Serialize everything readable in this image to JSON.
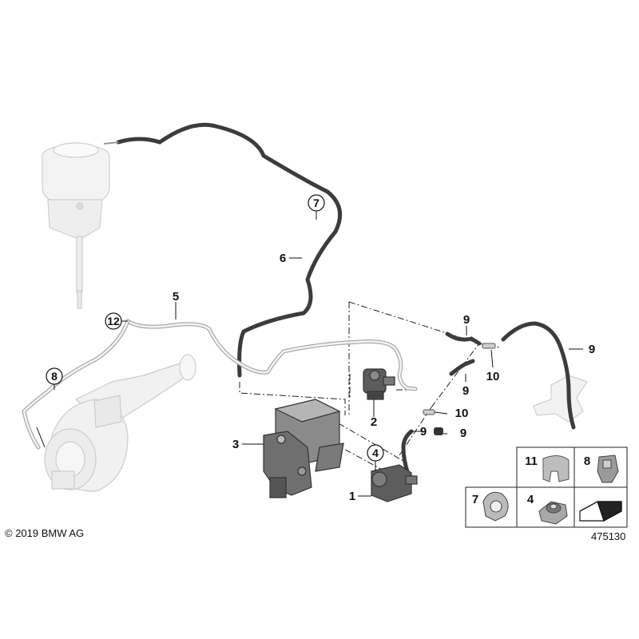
{
  "callouts": {
    "c1": "1",
    "c2": "2",
    "c3": "3",
    "c4": "4",
    "c5": "5",
    "c6": "6",
    "c7": "7",
    "c8": "8",
    "c9": "9",
    "c10": "10",
    "c12": "12"
  },
  "legend": {
    "cell_11": "11",
    "cell_8": "8",
    "cell_7": "7",
    "cell_4": "4"
  },
  "copyright": "© 2019 BMW AG",
  "diagram_number": "475130"
}
